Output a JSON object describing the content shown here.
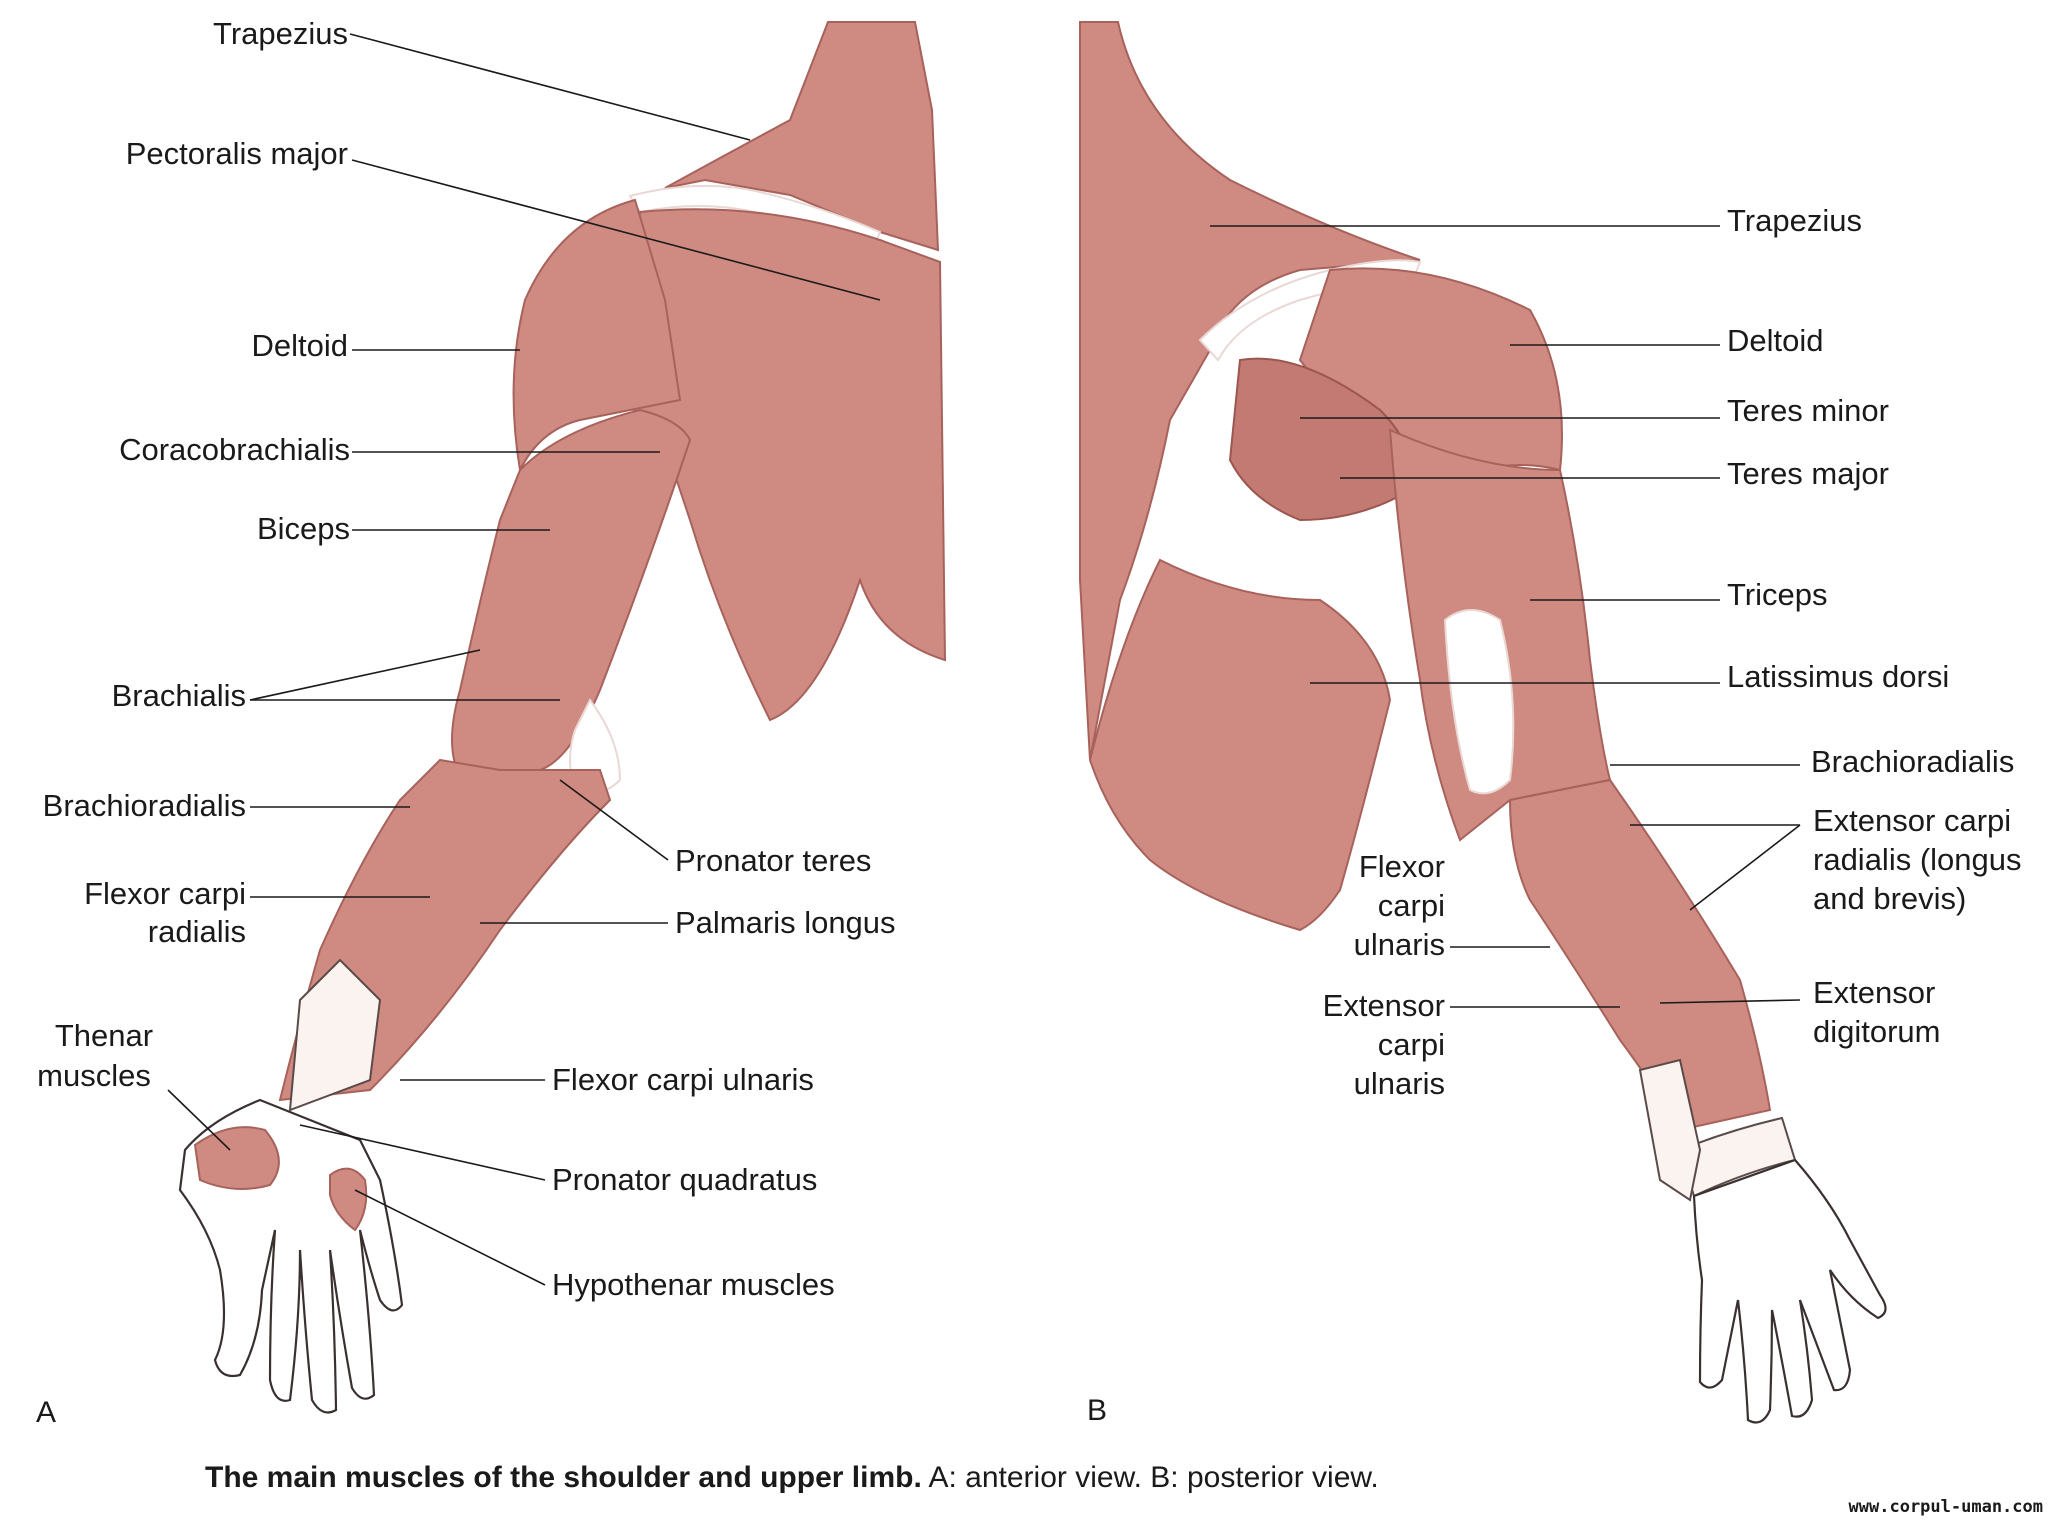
{
  "anterior": {
    "panel_letter": "A",
    "labels": {
      "trapezius": "Trapezius",
      "pectoralis_major": "Pectoralis major",
      "deltoid": "Deltoid",
      "coracobrachialis": "Coracobrachialis",
      "biceps": "Biceps",
      "brachialis": "Brachialis",
      "brachioradialis": "Brachioradialis",
      "flexor_carpi_radialis_1": "Flexor carpi",
      "flexor_carpi_radialis_2": "radialis",
      "thenar_1": "Thenar",
      "thenar_2": "muscles",
      "pronator_teres": "Pronator teres",
      "palmaris_longus": "Palmaris longus",
      "flexor_carpi_ulnaris": "Flexor carpi ulnaris",
      "pronator_quadratus": "Pronator quadratus",
      "hypothenar": "Hypothenar muscles"
    }
  },
  "posterior": {
    "panel_letter": "B",
    "labels": {
      "trapezius": "Trapezius",
      "deltoid": "Deltoid",
      "teres_minor": "Teres minor",
      "teres_major": "Teres major",
      "triceps": "Triceps",
      "latissimus_dorsi": "Latissimus dorsi",
      "brachioradialis": "Brachioradialis",
      "ecr_1": "Extensor carpi",
      "ecr_2": "radialis (longus",
      "ecr_3": "and brevis)",
      "extensor_digitorum_1": "Extensor",
      "extensor_digitorum_2": "digitorum",
      "flexor_carpi_ulnaris_1": "Flexor",
      "flexor_carpi_ulnaris_2": "carpi",
      "flexor_carpi_ulnaris_3": "ulnaris",
      "ecu_1": "Extensor",
      "ecu_2": "carpi",
      "ecu_3": "ulnaris"
    }
  },
  "caption": {
    "bold": "The main muscles of the shoulder and upper limb.",
    "a_letter": "A:",
    "a_text": "anterior view.",
    "b_letter": "B:",
    "b_text": "posterior view."
  },
  "watermark": "www.corpul-uman.com",
  "colors": {
    "muscle": "#cf8a82",
    "muscle_dark": "#c27a73",
    "tendon": "#fbf3f0",
    "text": "#1a1a1a"
  }
}
